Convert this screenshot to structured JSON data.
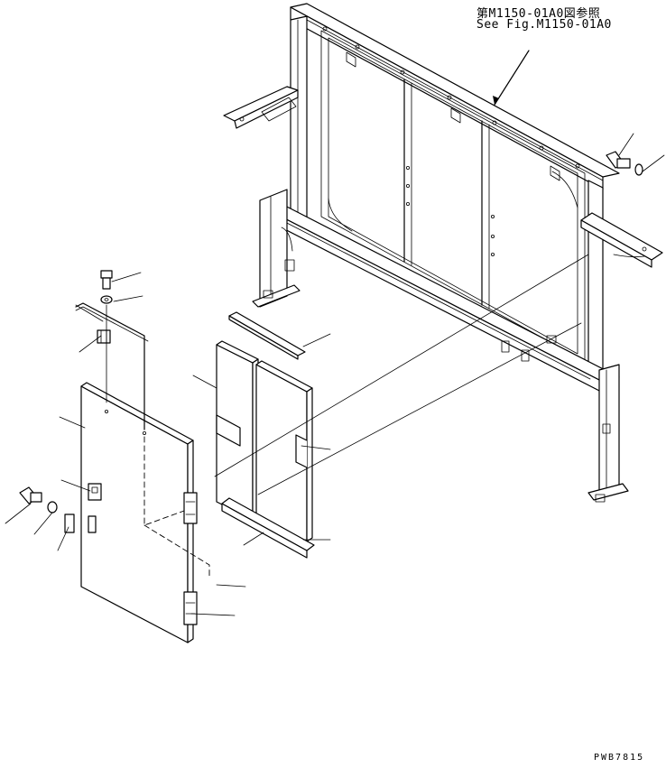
{
  "reference": {
    "japanese": "第M1150-01A0図参照",
    "english": "See Fig.M1150-01A0"
  },
  "drawing_number": "PWB7815"
}
